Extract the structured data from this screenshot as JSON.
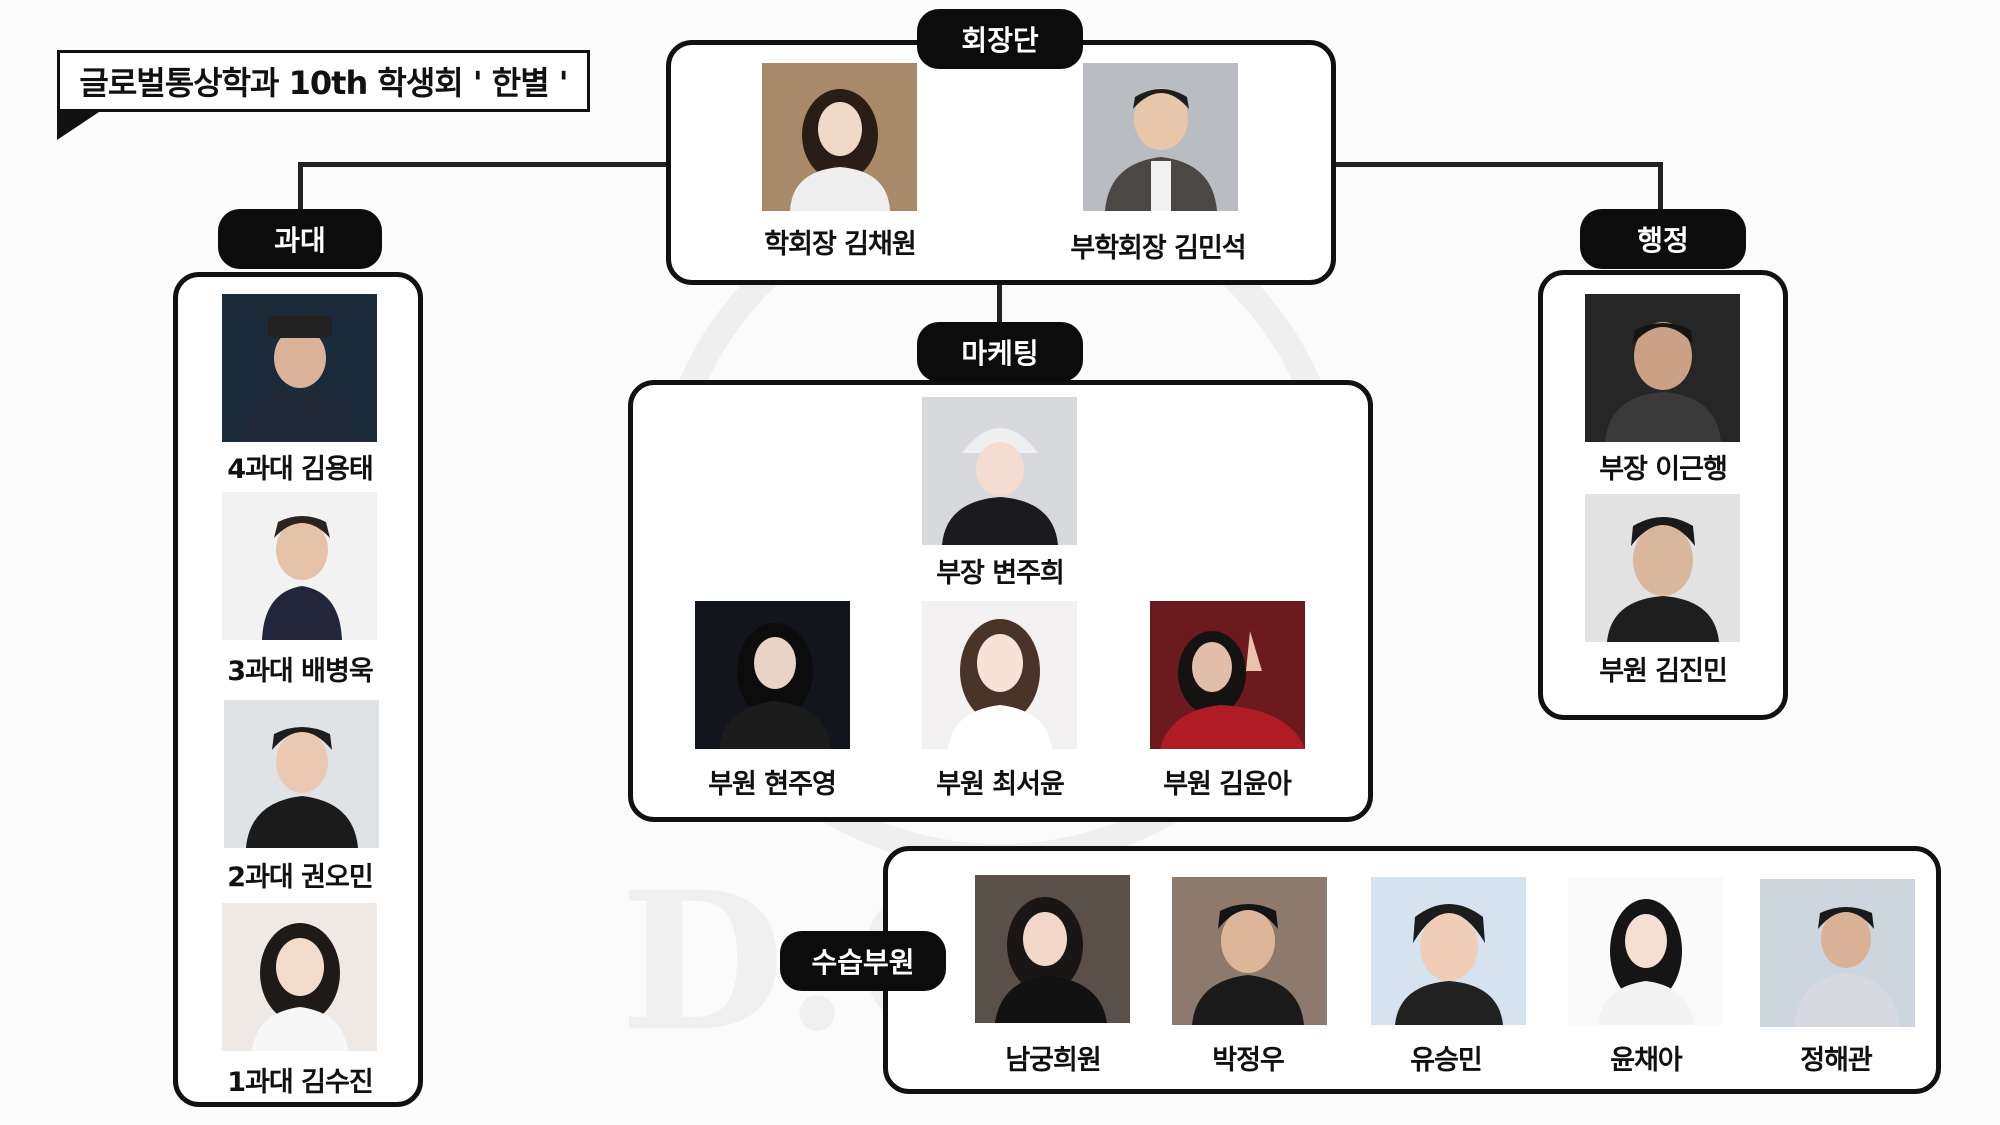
{
  "title": "글로벌통상학과 10th 학생회 ' 한별 '",
  "groups": {
    "leadership": "회장단",
    "class_reps": "과대",
    "admin": "행정",
    "marketing": "마케팅",
    "interns": "수습부원"
  },
  "people": {
    "president": "학회장 김채원",
    "vice_president": "부학회장 김민석",
    "rep_4": "4과대 김용태",
    "rep_3": "3과대 배병욱",
    "rep_2": "2과대 권오민",
    "rep_1": "1과대 김수진",
    "admin_head": "부장 이근행",
    "admin_member": "부원 김진민",
    "mkt_head": "부장 변주희",
    "mkt_member_1": "부원 현주영",
    "mkt_member_2": "부원 최서윤",
    "mkt_member_3": "부원 김윤아",
    "intern_1": "남궁희원",
    "intern_2": "박정우",
    "intern_3": "유승민",
    "intern_4": "윤채아",
    "intern_5": "정해관"
  },
  "colors": {
    "box_border": "#111111",
    "pill_background": "#0c0c0c",
    "pill_text": "#ffffff"
  }
}
